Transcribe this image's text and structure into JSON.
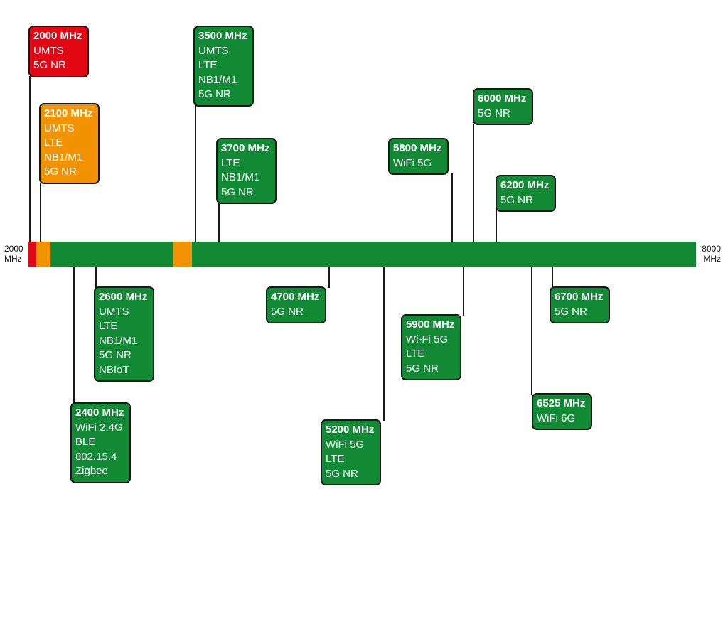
{
  "colors": {
    "red": "#e30613",
    "orange": "#f39200",
    "green": "#128a35"
  },
  "axis": {
    "start_value": "2000",
    "start_unit": "MHz",
    "end_value": "8000",
    "end_unit": "MHz"
  },
  "bar_segments": [
    {
      "color": "red",
      "from_mhz": 2000,
      "to_mhz": 2070
    },
    {
      "color": "orange",
      "from_mhz": 2070,
      "to_mhz": 2200
    },
    {
      "color": "green",
      "from_mhz": 2200,
      "to_mhz": 3305
    },
    {
      "color": "orange",
      "from_mhz": 3305,
      "to_mhz": 3470
    },
    {
      "color": "green",
      "from_mhz": 3470,
      "to_mhz": 8000
    }
  ],
  "bands": [
    {
      "freq": "2000 MHz",
      "color": "red",
      "side": "above",
      "techs": [
        "UMTS",
        "5G NR"
      ]
    },
    {
      "freq": "2100 MHz",
      "color": "orange",
      "side": "above",
      "techs": [
        "UMTS",
        "LTE",
        "NB1/M1",
        "5G NR"
      ]
    },
    {
      "freq": "3500 MHz",
      "color": "green",
      "side": "above",
      "techs": [
        "UMTS",
        "LTE",
        "NB1/M1",
        "5G NR"
      ]
    },
    {
      "freq": "3700 MHz",
      "color": "green",
      "side": "above",
      "techs": [
        "LTE",
        "NB1/M1",
        "5G NR"
      ]
    },
    {
      "freq": "5800 MHz",
      "color": "green",
      "side": "above",
      "techs": [
        "WiFi 5G"
      ]
    },
    {
      "freq": "6000 MHz",
      "color": "green",
      "side": "above",
      "techs": [
        "5G NR"
      ]
    },
    {
      "freq": "6200 MHz",
      "color": "green",
      "side": "above",
      "techs": [
        "5G NR"
      ]
    },
    {
      "freq": "2600 MHz",
      "color": "green",
      "side": "below",
      "techs": [
        "UMTS",
        "LTE",
        "NB1/M1",
        "5G NR",
        "NBIoT"
      ]
    },
    {
      "freq": "2400 MHz",
      "color": "green",
      "side": "below",
      "techs": [
        "WiFi 2.4G",
        "BLE",
        "802.15.4",
        "Zigbee"
      ]
    },
    {
      "freq": "4700 MHz",
      "color": "green",
      "side": "below",
      "techs": [
        "5G NR"
      ]
    },
    {
      "freq": "5200 MHz",
      "color": "green",
      "side": "below",
      "techs": [
        "WiFi 5G",
        "LTE",
        "5G NR"
      ]
    },
    {
      "freq": "5900 MHz",
      "color": "green",
      "side": "below",
      "techs": [
        "Wi-Fi 5G",
        "LTE",
        "5G NR"
      ]
    },
    {
      "freq": "6525 MHz",
      "color": "green",
      "side": "below",
      "techs": [
        "WiFi 6G"
      ]
    },
    {
      "freq": "6700 MHz",
      "color": "green",
      "side": "below",
      "techs": [
        "5G NR"
      ]
    }
  ]
}
